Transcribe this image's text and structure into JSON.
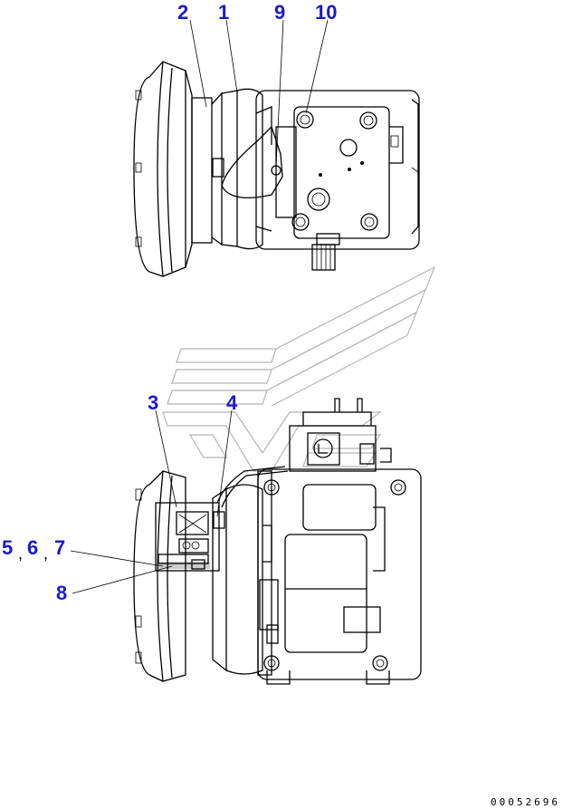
{
  "callouts": {
    "c1": "1",
    "c2": "2",
    "c3": "3",
    "c4": "4",
    "c5": "5",
    "c6": "6",
    "c7": "7",
    "c8": "8",
    "c9": "9",
    "c10": "10",
    "separator": ","
  },
  "document_number": "00052696",
  "colors": {
    "callout": "#1a1acc",
    "line": "#000000",
    "watermark": "#b5b5b5"
  }
}
